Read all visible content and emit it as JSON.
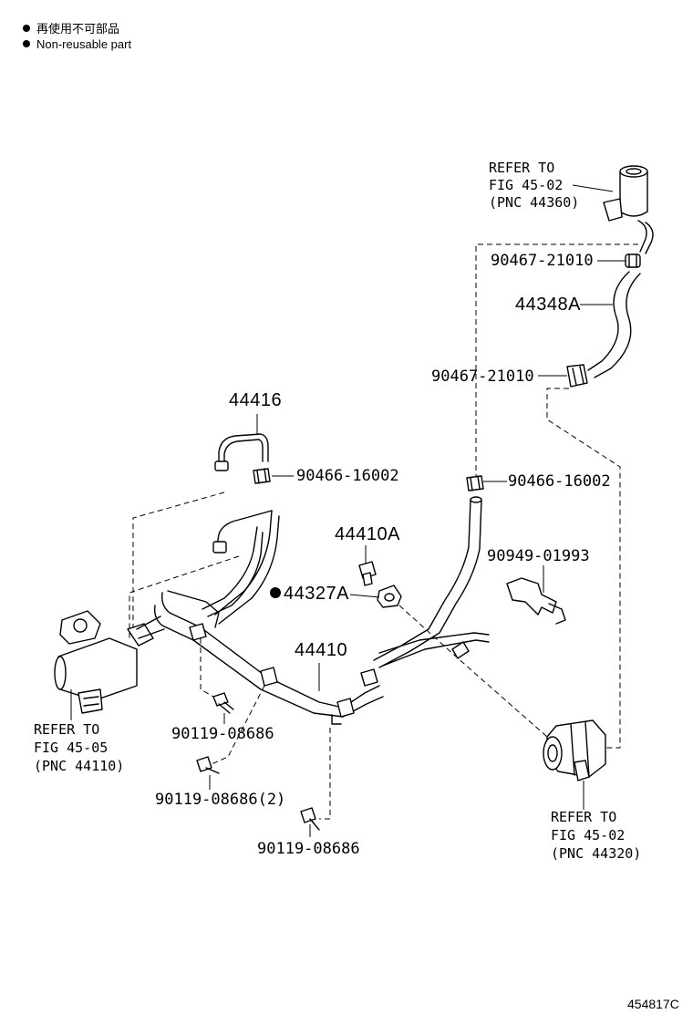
{
  "legend": {
    "line1": "再使用不可部品",
    "line2": "Non-reusable part"
  },
  "labels": {
    "ref_reservoir_1": "REFER TO",
    "ref_reservoir_2": "FIG 45-02",
    "ref_reservoir_3": "(PNC 44360)",
    "clip_upper": "90467-21010",
    "hose_return": "44348A",
    "clip_lower": "90467-21010",
    "tube_44416": "44416",
    "clamp_left": "90466-16002",
    "clamp_right": "90466-16002",
    "bolt_44410a": "44410A",
    "gasket_44327a": "44327A",
    "bracket_clamp": "90949-01993",
    "tube_44410": "44410",
    "bolt_1": "90119-08686",
    "bolt_2": "90119-08686(2)",
    "bolt_3": "90119-08686",
    "ref_gear_1": "REFER TO",
    "ref_gear_2": "FIG 45-05",
    "ref_gear_3": "(PNC 44110)",
    "ref_pump_1": "REFER TO",
    "ref_pump_2": "FIG 45-02",
    "ref_pump_3": "(PNC 44320)",
    "figure_code": "454817C"
  }
}
